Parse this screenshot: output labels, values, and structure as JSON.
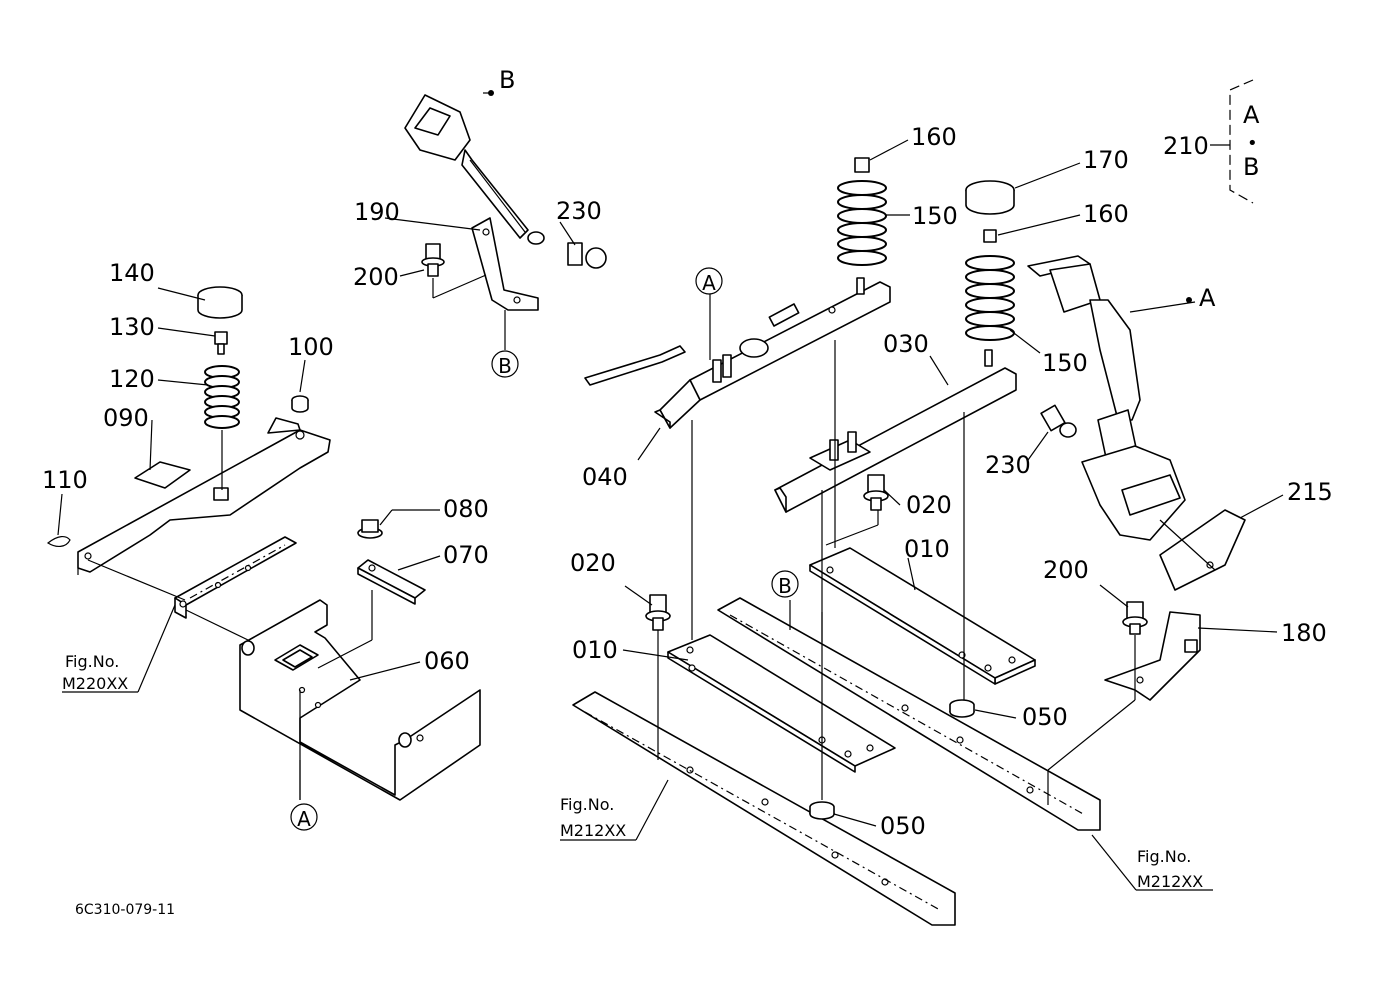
{
  "diagram": {
    "code": "6C310-079-11",
    "callouts": {
      "p010a": "010",
      "p010b": "010",
      "p020a": "020",
      "p020b": "020",
      "p030": "030",
      "p040": "040",
      "p050a": "050",
      "p050b": "050",
      "p060": "060",
      "p070": "070",
      "p080": "080",
      "p090": "090",
      "p100": "100",
      "p110": "110",
      "p120": "120",
      "p130": "130",
      "p140": "140",
      "p150a": "150",
      "p150b": "150",
      "p160a": "160",
      "p160b": "160",
      "p170": "170",
      "p180": "180",
      "p190": "190",
      "p200a": "200",
      "p200b": "200",
      "p210": "210",
      "p215": "215",
      "p230a": "230",
      "p230b": "230"
    },
    "refs": {
      "a": "A",
      "b": "B"
    },
    "fig_refs": {
      "fig_label": "Fig.No.",
      "m220": "M220XX",
      "m212": "M212XX"
    },
    "bracket_210": {
      "top": "A",
      "dot": "•",
      "bottom": "B"
    }
  }
}
